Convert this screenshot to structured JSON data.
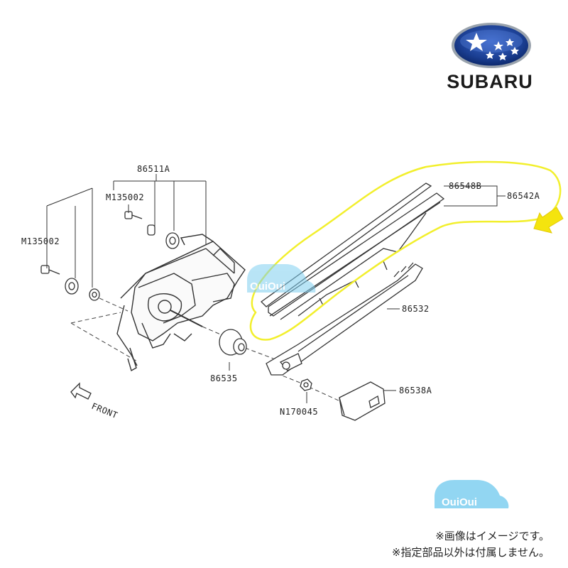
{
  "brand": {
    "name": "SUBARU"
  },
  "parts": {
    "p86511A": "86511A",
    "m135002_top": "M135002",
    "m135002_left": "M135002",
    "p86548B": "86548B",
    "p86542A": "86542A",
    "p86532": "86532",
    "p86535": "86535",
    "p86538A": "86538A",
    "n170045": "N170045",
    "front": "FRONT"
  },
  "watermark": {
    "text": "OuiOui"
  },
  "notes": {
    "line1": "※画像はイメージです。",
    "line2": "※指定部品以外は付属しません。"
  },
  "highlight_color": "#f2ef2c",
  "arrow_color": "#f4e40e"
}
